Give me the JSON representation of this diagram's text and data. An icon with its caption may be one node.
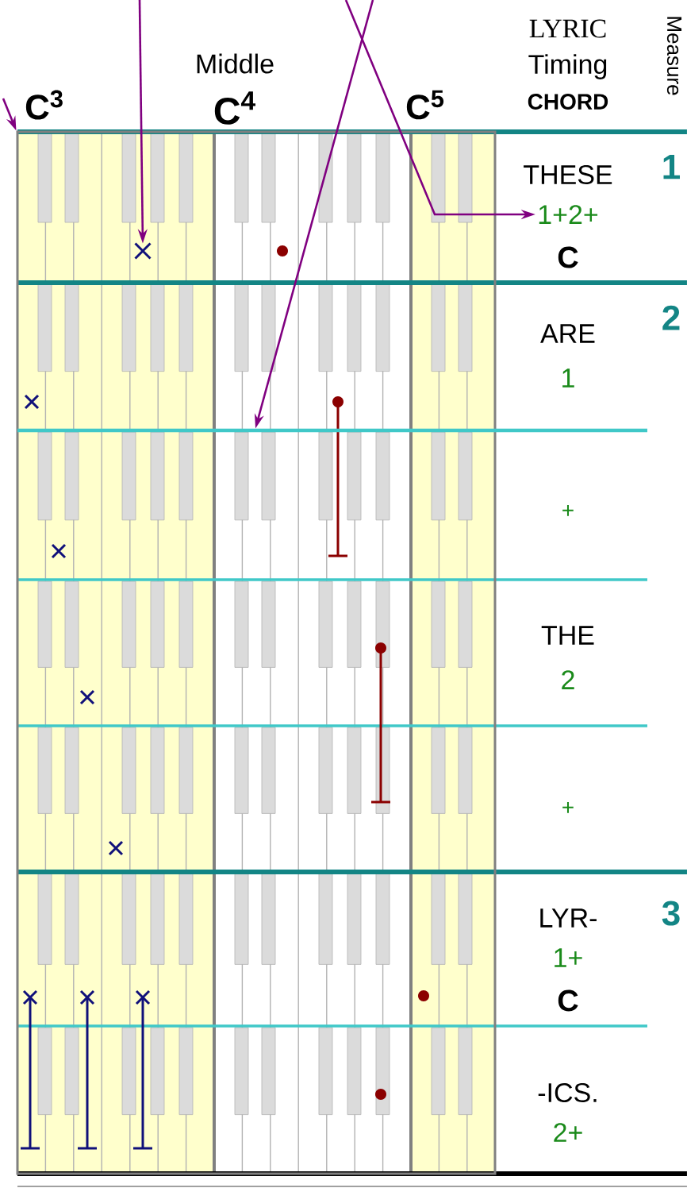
{
  "diagram": {
    "nodes": [
      {
        "text": [],
        "shape": "box"
      },
      {
        "text": [],
        "shape": "cross",
        "in": 0
      },
      {
        "text": [],
        "shape": "line"
      },
      {
        "text": [
          "1+2+"
        ]
      }
    ],
    "edges": [
      {
        "from": null,
        "to": 1,
        "arrow": "to"
      },
      {
        "from": null,
        "to": 3,
        "arrow": "to"
      },
      {
        "from": null,
        "to": 2,
        "arrow": "to"
      },
      {
        "from": null,
        "to": 0,
        "arrow": "to"
      }
    ],
    "labels": [
      "LYRIC",
      "Measure",
      "Middle",
      "Timing",
      "C$^{3}$",
      "C$^{4}$",
      "C$^{5}$",
      "CHORD",
      "THESE",
      "1",
      "C",
      "2",
      "ARE",
      "1",
      "+",
      "THE",
      "2",
      "+",
      "LYR-",
      "3",
      "1+",
      "C",
      "-ICS.",
      "2+"
    ]
  }
}
